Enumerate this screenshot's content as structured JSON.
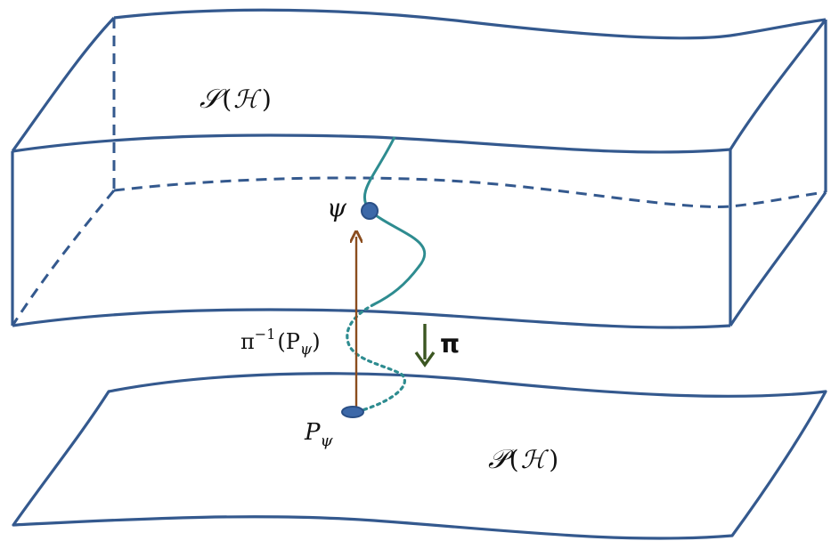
{
  "colors": {
    "outline": "#34598e",
    "fiber": "#2e8c90",
    "lift_arrow": "#8b4d1e",
    "projection_arrow": "#3b5621",
    "point": "#3c68a8"
  },
  "labels": {
    "total_space": {
      "script_symbol": "𝒮",
      "open": "(",
      "inner": "ℋ",
      "close": ")"
    },
    "base_space": {
      "script_symbol": "𝒫",
      "open": "(",
      "inner": "ℋ",
      "close": ")"
    },
    "psi": "ψ",
    "fiber": {
      "pi": "π",
      "sup": "−1",
      "open": "(P",
      "sub": "ψ",
      "close": ")"
    },
    "projection": "π",
    "base_point": {
      "main": "P",
      "sub": "ψ"
    }
  }
}
